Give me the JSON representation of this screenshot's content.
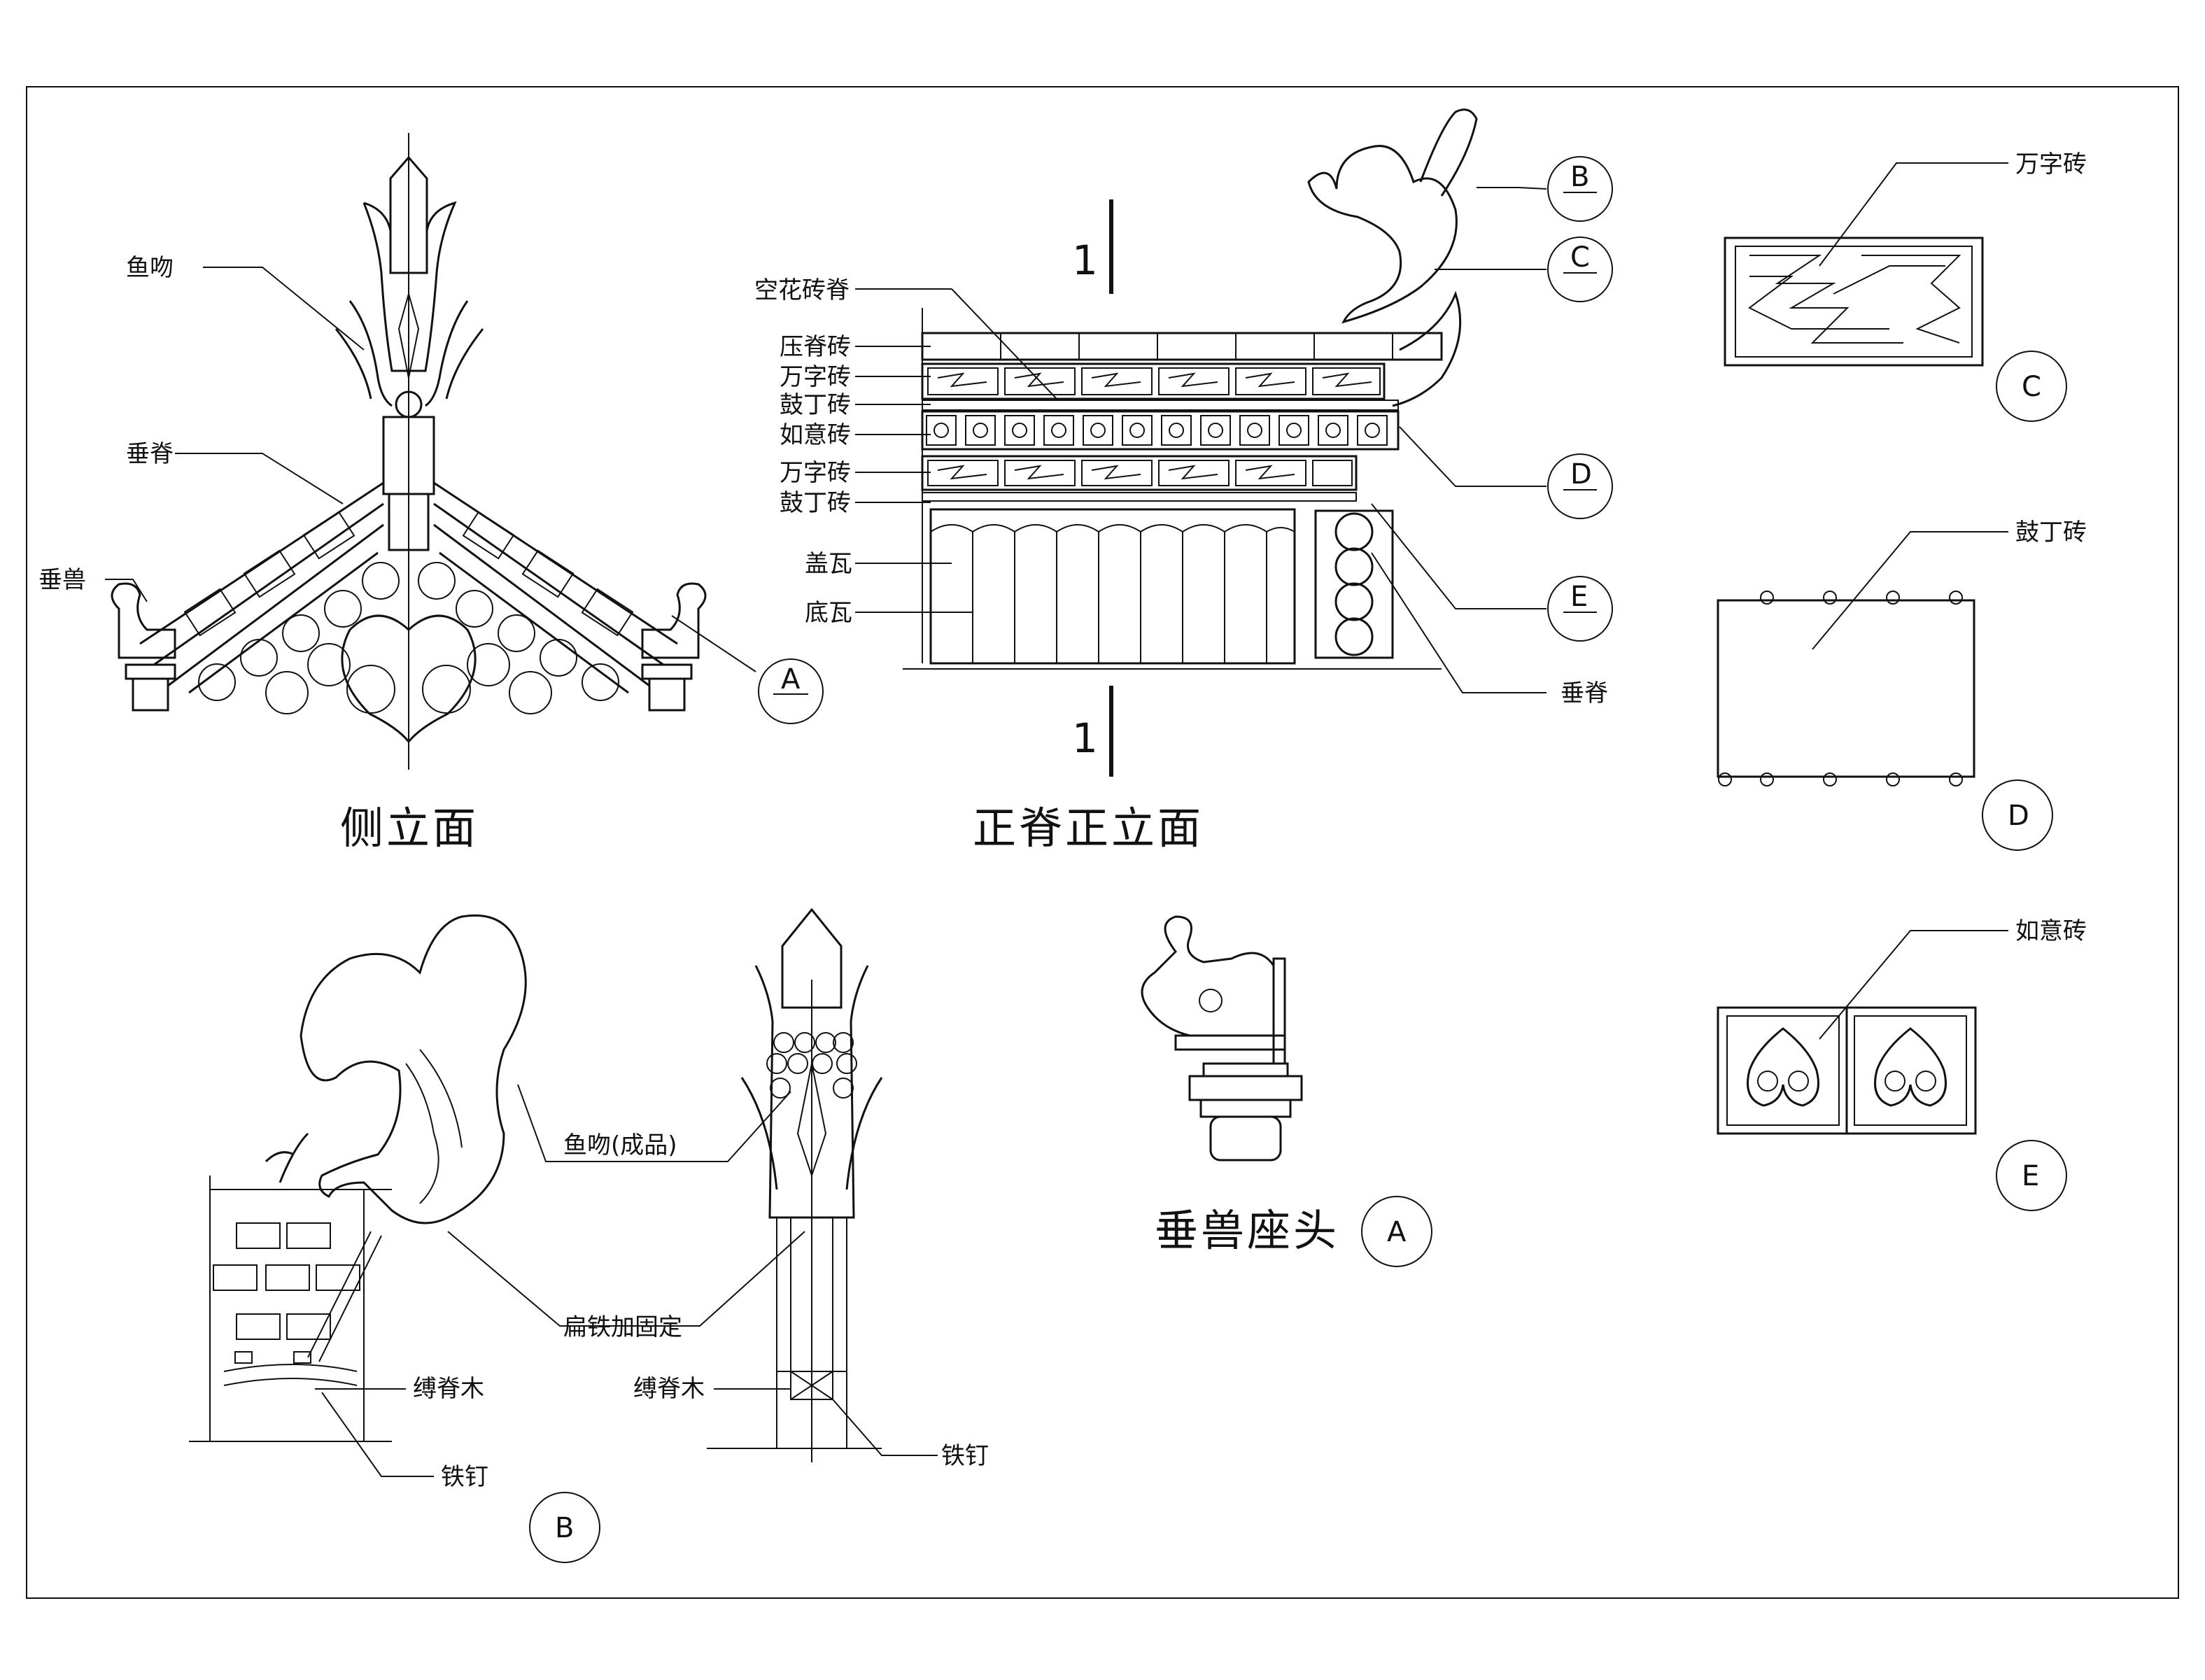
{
  "side_elevation": {
    "title": "侧立面",
    "labels": {
      "fish_finial": "鱼吻",
      "hip_ridge": "垂脊",
      "ridge_beast": "垂兽"
    },
    "marker": "A"
  },
  "front_elevation": {
    "title": "正脊正立面",
    "section_mark": "1",
    "labels": {
      "openwork_ridge": "空花砖脊",
      "cap_brick": "压脊砖",
      "wanzi_brick_1": "万字砖",
      "guding_brick_1": "鼓丁砖",
      "ruyi_brick": "如意砖",
      "wanzi_brick_2": "万字砖",
      "guding_brick_2": "鼓丁砖",
      "cover_tile": "盖瓦",
      "bottom_tile": "底瓦",
      "hip_ridge": "垂脊"
    },
    "markers": [
      "B",
      "C",
      "D",
      "E"
    ]
  },
  "detail_c": {
    "label": "万字砖",
    "marker": "C"
  },
  "detail_d": {
    "label": "鼓丁砖",
    "marker": "D"
  },
  "detail_e": {
    "label": "如意砖",
    "marker": "E"
  },
  "detail_a": {
    "title": "垂兽座头",
    "marker": "A"
  },
  "detail_b": {
    "labels": {
      "fish_finial_finished": "鱼吻(成品)",
      "flat_iron": "扁铁加固定",
      "binding_wood_1": "缚脊木",
      "iron_nail_1": "铁钉",
      "binding_wood_2": "缚脊木",
      "iron_nail_2": "铁钉"
    },
    "marker": "B"
  }
}
